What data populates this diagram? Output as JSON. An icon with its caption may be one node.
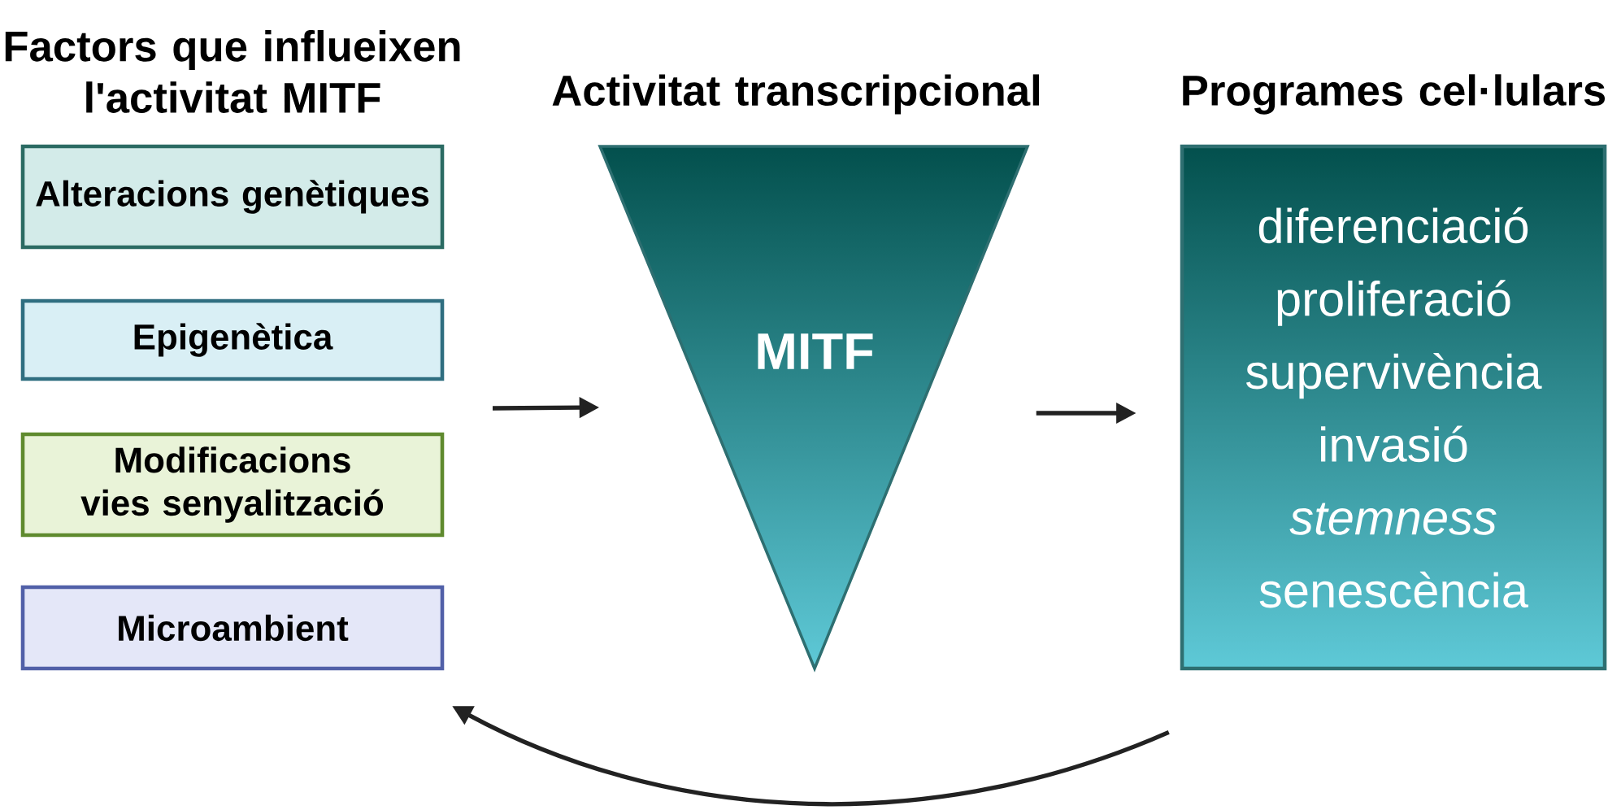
{
  "diagram": {
    "nodes": [
      {
        "text": [
          "Alteracions genètiques"
        ]
      },
      {
        "text": [
          "Epigenètica"
        ]
      },
      {
        "text": [
          "Modificacions vies senyalització"
        ]
      },
      {
        "text": [
          "Microambient"
        ]
      },
      {
        "text": [
          "MITF"
        ]
      },
      {
        "text": [
          "diferenciació",
          "proliferació",
          "supervivència",
          "invasió",
          "*stemness*",
          "senescència"
        ]
      }
    ],
    "edges": [
      {
        "from": null,
        "to": 4,
        "arrow": "to"
      },
      {
        "from": 4,
        "to": 5,
        "arrow": "to"
      },
      {
        "from": 5,
        "to": null,
        "arrow": "to"
      }
    ],
    "labels": [
      "Factors que influeixen l'activitat MITF",
      "Activitat transcripcional",
      "Programes cel·lulars"
    ]
  }
}
